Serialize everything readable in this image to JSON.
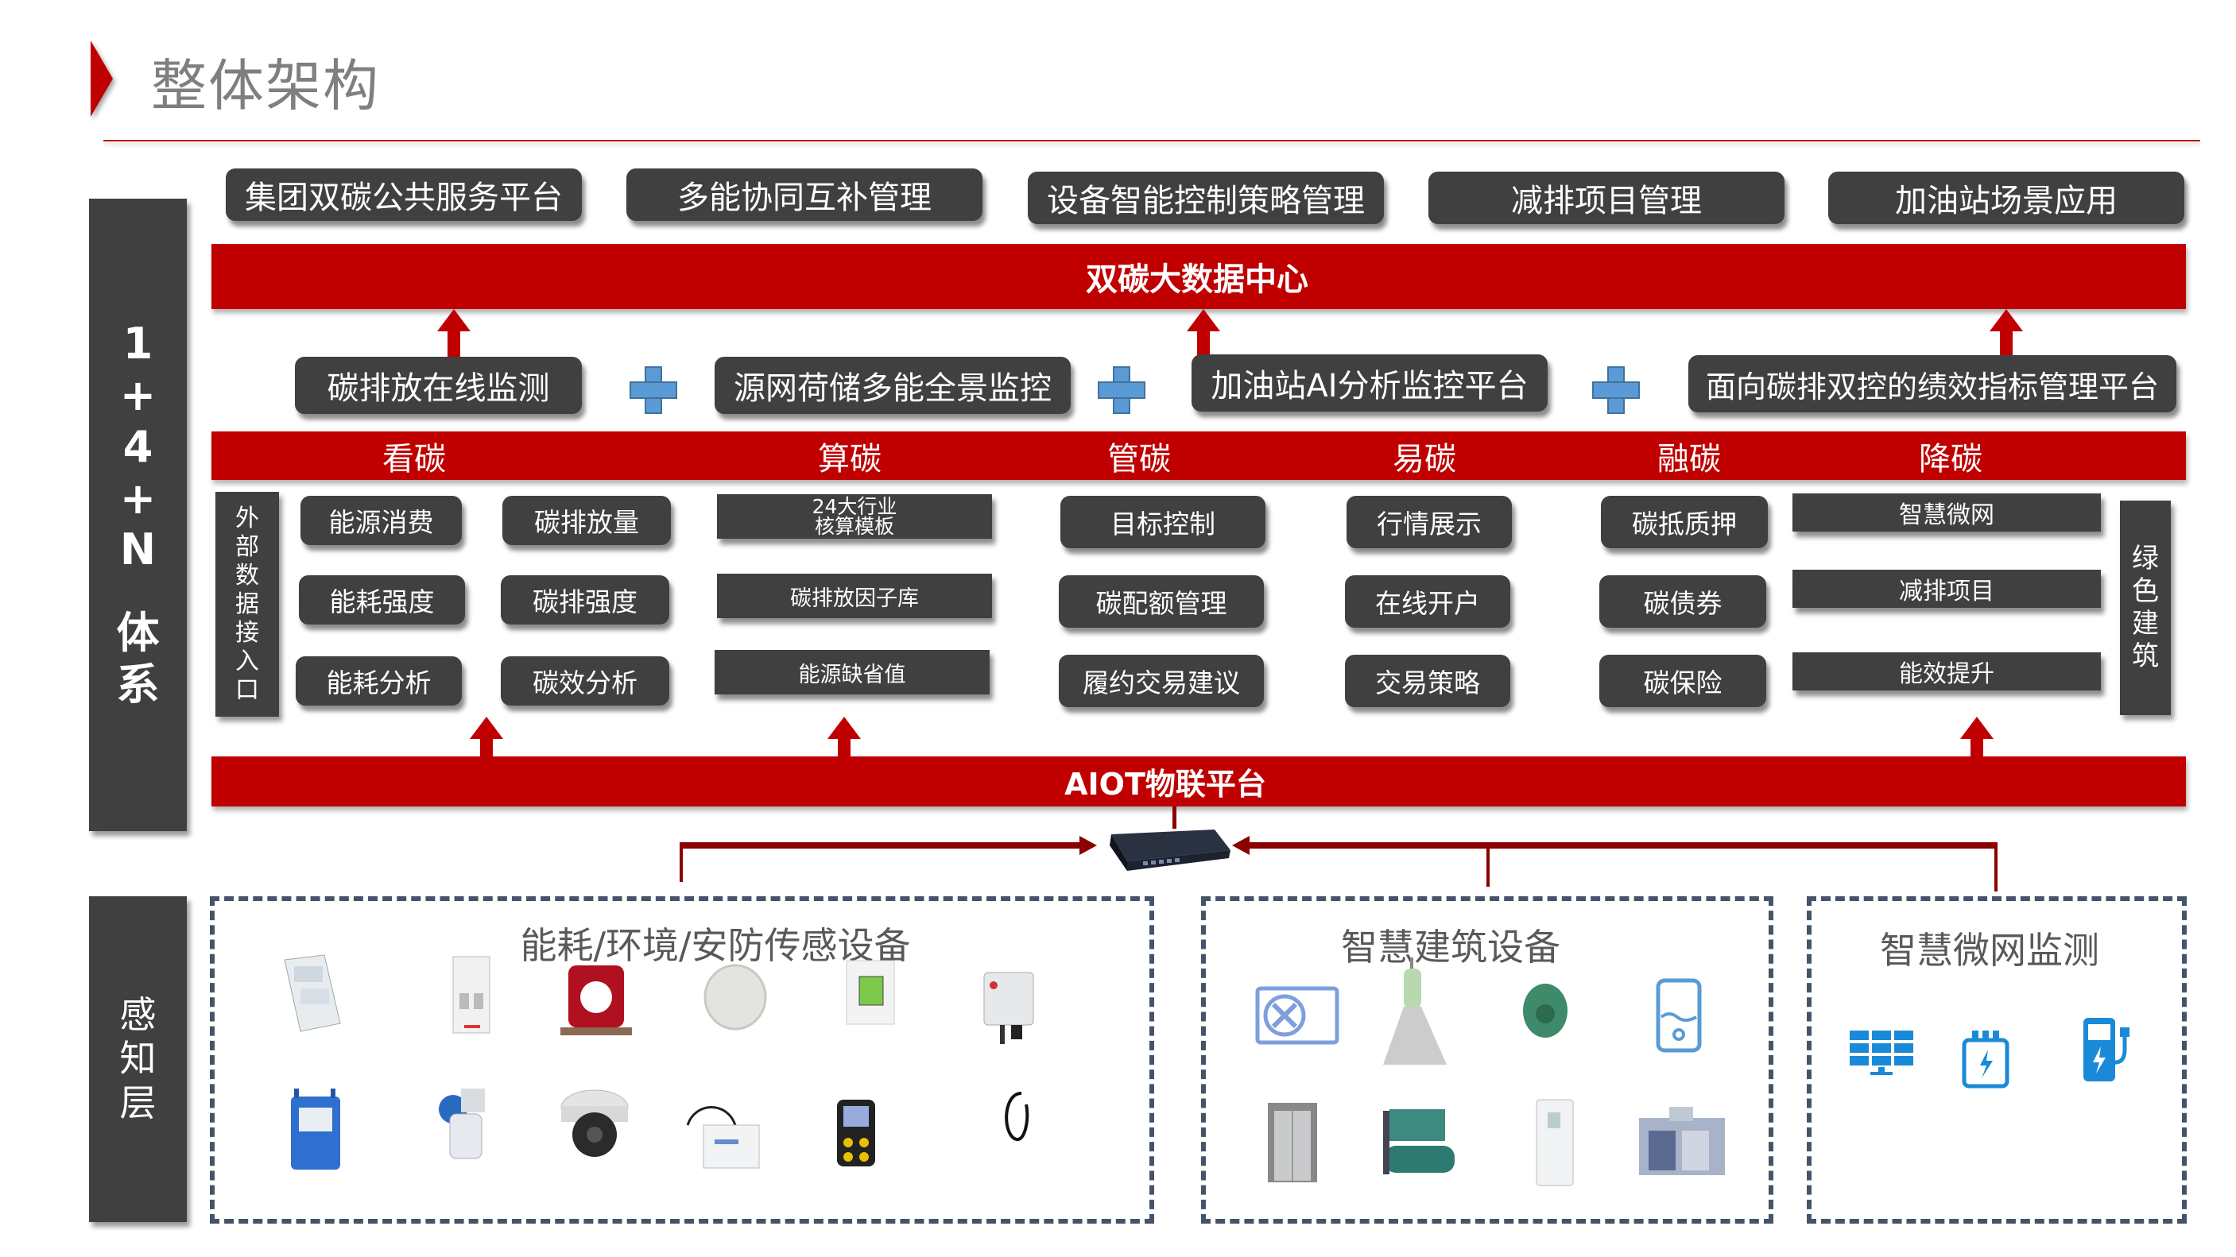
{
  "page": {
    "title": "整体架构"
  },
  "side_labels": {
    "system": [
      "1",
      "+",
      "4",
      "+",
      "N",
      "",
      "体",
      "系"
    ],
    "perception": [
      "感",
      "知",
      "层"
    ],
    "external_data": [
      "外",
      "部",
      "数",
      "据",
      "接",
      "入",
      "口"
    ],
    "green_building": [
      "绿",
      "色",
      "建",
      "筑"
    ]
  },
  "applications": [
    "集团双碳公共服务平台",
    "多能协同互补管理",
    "设备智能控制策略管理",
    "减排项目管理",
    "加油站场景应用"
  ],
  "data_center": {
    "label": "双碳大数据中心"
  },
  "core_platforms": [
    "碳排放在线监测",
    "源网荷储多能全景监控",
    "加油站AI分析监控平台",
    "面向碳排双控的绩效指标管理平台"
  ],
  "categories": [
    "看碳",
    "算碳",
    "管碳",
    "易碳",
    "融碳",
    "降碳"
  ],
  "functions": {
    "kan_tan_a": [
      "能源消费",
      "能耗强度",
      "能耗分析"
    ],
    "kan_tan_b": [
      "碳排放量",
      "碳排强度",
      "碳效分析"
    ],
    "suan_tan": [
      "24大行业\n核算模板",
      "碳排放因子库",
      "能源缺省值"
    ],
    "guan_tan": [
      "目标控制",
      "碳配额管理",
      "履约交易建议"
    ],
    "yi_tan": [
      "行情展示",
      "在线开户",
      "交易策略"
    ],
    "rong_tan": [
      "碳抵质押",
      "碳债券",
      "碳保险"
    ],
    "jiang_tan": [
      "智慧微网",
      "减排项目",
      "能效提升"
    ]
  },
  "iot_platform": {
    "label": "AIOT物联平台"
  },
  "gateway": {
    "icon": "network-gateway-icon"
  },
  "device_groups": [
    {
      "title": "能耗/环境/安防传感设备",
      "devices": [
        "electricity-meter-icon",
        "circuit-breaker-icon",
        "current-transformer-icon",
        "smoke-detector-icon",
        "temperature-humidity-panel-icon",
        "environment-sensor-icon",
        "gas-meter-icon",
        "water-meter-icon",
        "dome-camera-icon",
        "water-leak-sensor-icon",
        "gas-detector-icon",
        "temperature-probe-icon"
      ]
    },
    {
      "title": "智慧建筑设备",
      "devices": [
        "air-handler-icon",
        "lighting-icon",
        "water-pump-icon",
        "water-heater-icon",
        "elevator-icon",
        "chiller-icon",
        "inverter-icon",
        "ventilation-fan-icon"
      ]
    },
    {
      "title": "智慧微网监测",
      "devices": [
        "solar-panel-icon",
        "energy-storage-icon",
        "ev-charger-icon"
      ]
    }
  ],
  "colors": {
    "brand_red": "#c00000",
    "dark_box": "#404040",
    "plus_blue": "#5b9bd5",
    "dashed_border": "#44546a",
    "connector": "#8b0000",
    "title_gray": "#7f7f7f"
  }
}
